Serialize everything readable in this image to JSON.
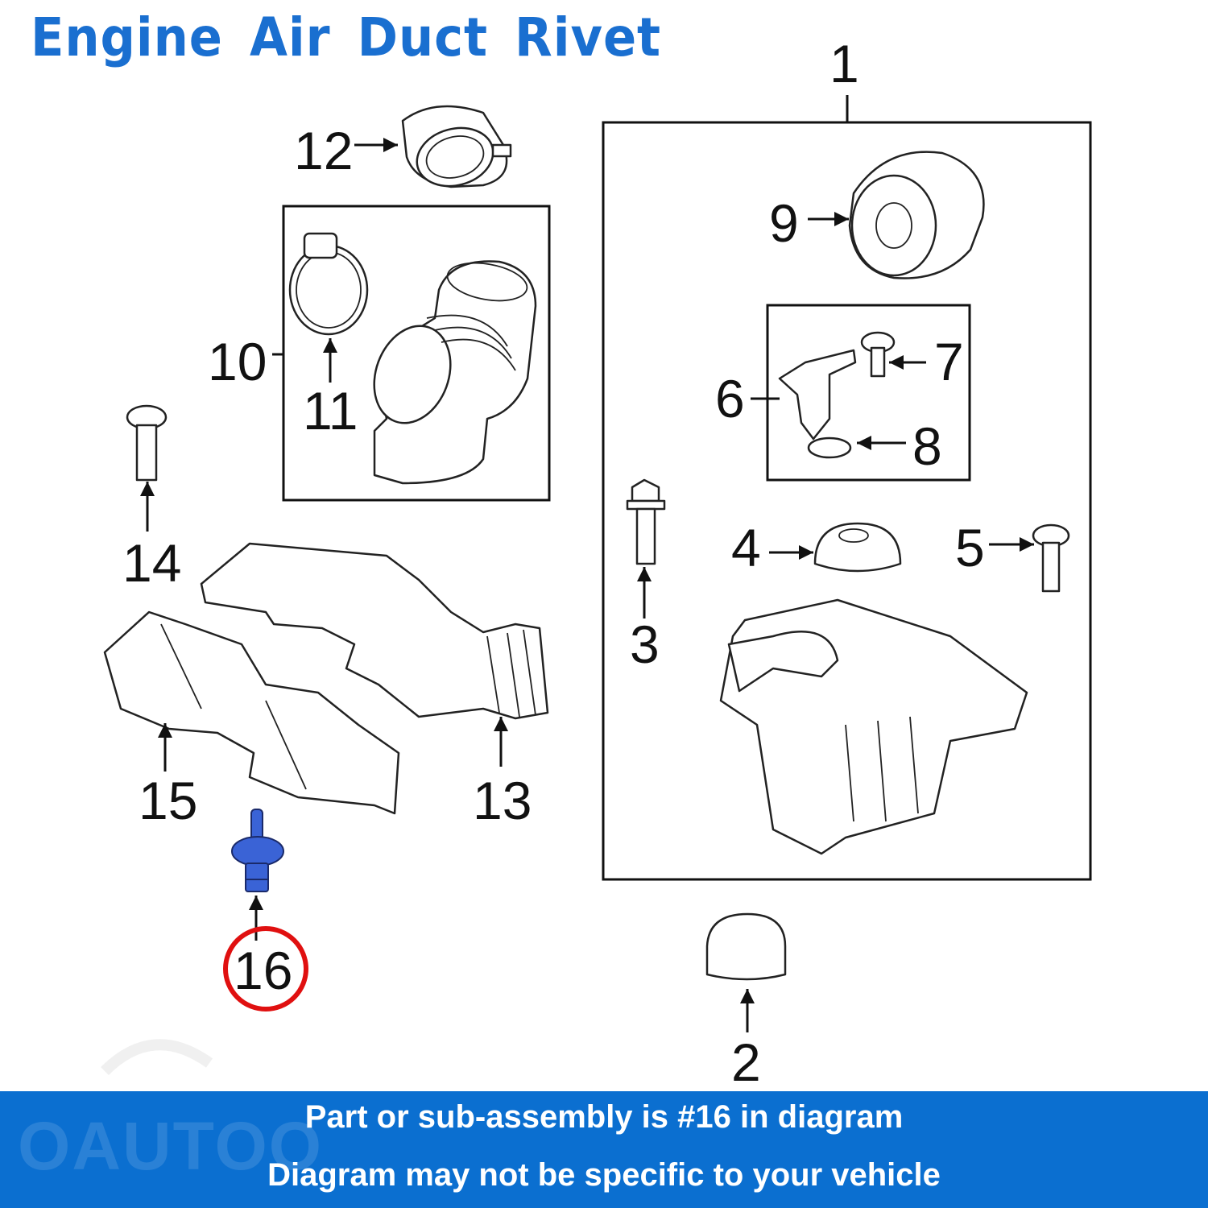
{
  "title": "Engine Air Duct Rivet",
  "highlight_color": "#e01010",
  "part_color": "#3a63d6",
  "banner_color": "#0b6fd0",
  "labels": {
    "l1": "1",
    "l2": "2",
    "l3": "3",
    "l4": "4",
    "l5": "5",
    "l6": "6",
    "l7": "7",
    "l8": "8",
    "l9": "9",
    "l10": "10",
    "l11": "11",
    "l12": "12",
    "l13": "13",
    "l14": "14",
    "l15": "15",
    "l16": "16"
  },
  "highlighted_part": "16",
  "banner": {
    "line1": "Part or sub-assembly is #16 in diagram",
    "line2": "Diagram may not be specific to your vehicle"
  },
  "watermark": "OAUTOO"
}
